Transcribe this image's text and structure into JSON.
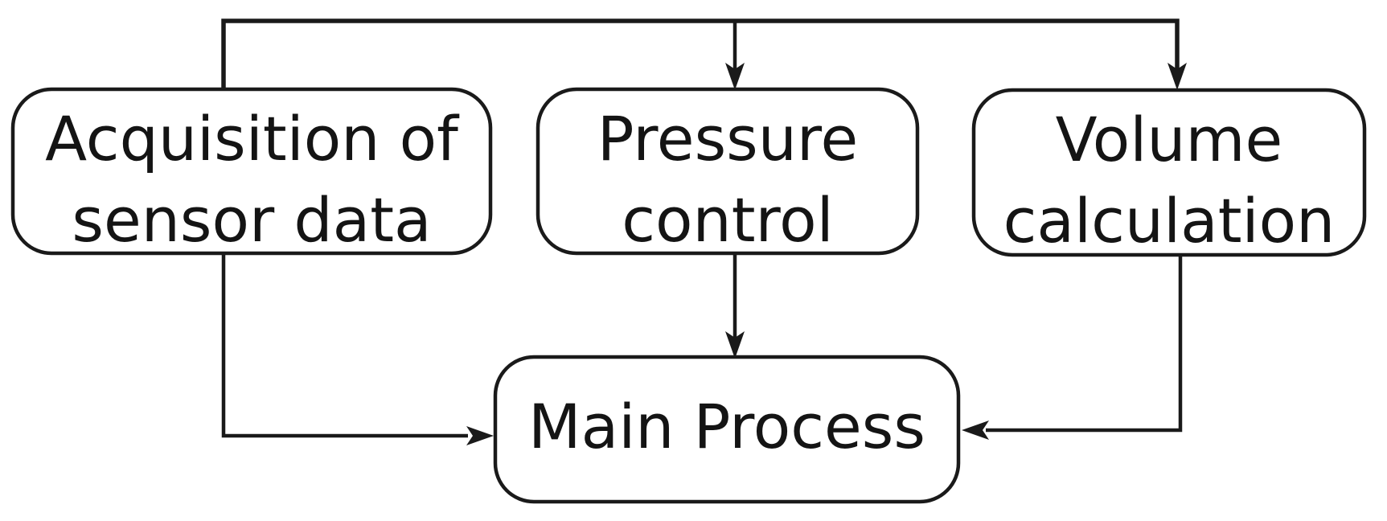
{
  "diagram": {
    "type": "flowchart",
    "background": "#ffffff",
    "colors": {
      "line": "#1a1a1a",
      "text": "#141414",
      "node_fill": "#ffffff",
      "node_border": "#1a1a1a"
    },
    "nodes": [
      {
        "id": "acquisition",
        "lines": [
          "Acquisition of",
          "sensor data"
        ]
      },
      {
        "id": "pressure",
        "lines": [
          "Pressure",
          "control"
        ]
      },
      {
        "id": "volume",
        "lines": [
          "Volume",
          "calculation"
        ]
      },
      {
        "id": "main",
        "lines": [
          "Main Process"
        ]
      }
    ],
    "edges": [
      {
        "from": "acquisition",
        "to": "pressure",
        "arrow": true
      },
      {
        "from": "acquisition",
        "to": "volume",
        "arrow": true
      },
      {
        "from": "acquisition",
        "to": "main",
        "arrow": true
      },
      {
        "from": "pressure",
        "to": "main",
        "arrow": true
      },
      {
        "from": "volume",
        "to": "main",
        "arrow": true
      }
    ]
  }
}
